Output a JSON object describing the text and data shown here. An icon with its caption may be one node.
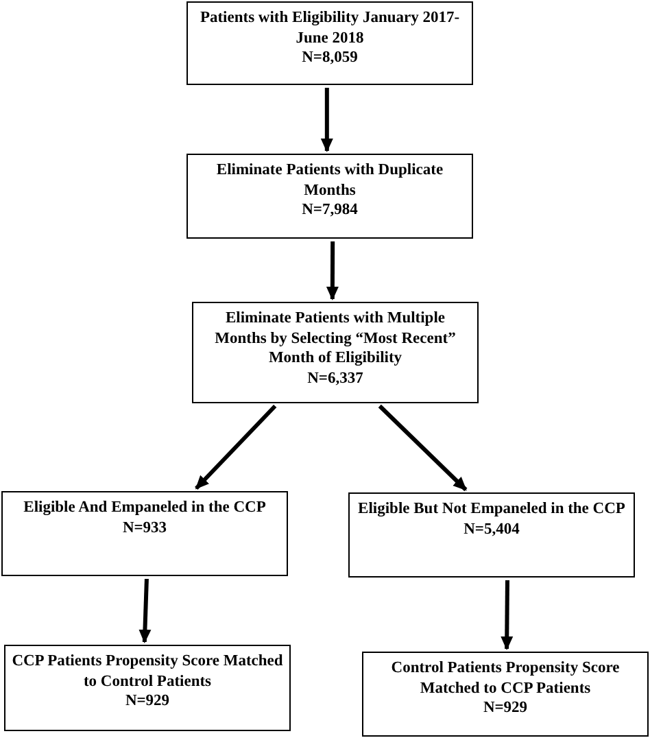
{
  "diagram": {
    "nodes": [
      {
        "text": [
          "Patients with Eligibility January 2017-June 2018",
          "N=8,059"
        ]
      },
      {
        "text": [
          "Eliminate Patients with Duplicate Months",
          "N=7,984"
        ]
      },
      {
        "text": [
          "Eliminate Patients with Multiple Months by Selecting “Most Recent” Month of Eligibility",
          "N=6,337"
        ]
      },
      {
        "text": [
          "Eligible And Empaneled in the CCP",
          "N=933"
        ]
      },
      {
        "text": [
          "Eligible But Not Empaneled in the CCP",
          "N=5,404"
        ]
      },
      {
        "text": [
          "CCP Patients Propensity Score Matched to Control Patients",
          "N=929"
        ]
      },
      {
        "text": [
          "Control Patients Propensity Score Matched to CCP Patients",
          "N=929"
        ]
      }
    ],
    "edges": [
      {
        "from": 0,
        "to": 1,
        "arrow": "to"
      },
      {
        "from": 1,
        "to": 2,
        "arrow": "to"
      },
      {
        "from": 2,
        "to": 3,
        "arrow": "to"
      },
      {
        "from": 2,
        "to": 4,
        "arrow": "to"
      },
      {
        "from": 3,
        "to": 5,
        "arrow": "to"
      },
      {
        "from": 4,
        "to": 6,
        "arrow": "to"
      }
    ]
  }
}
